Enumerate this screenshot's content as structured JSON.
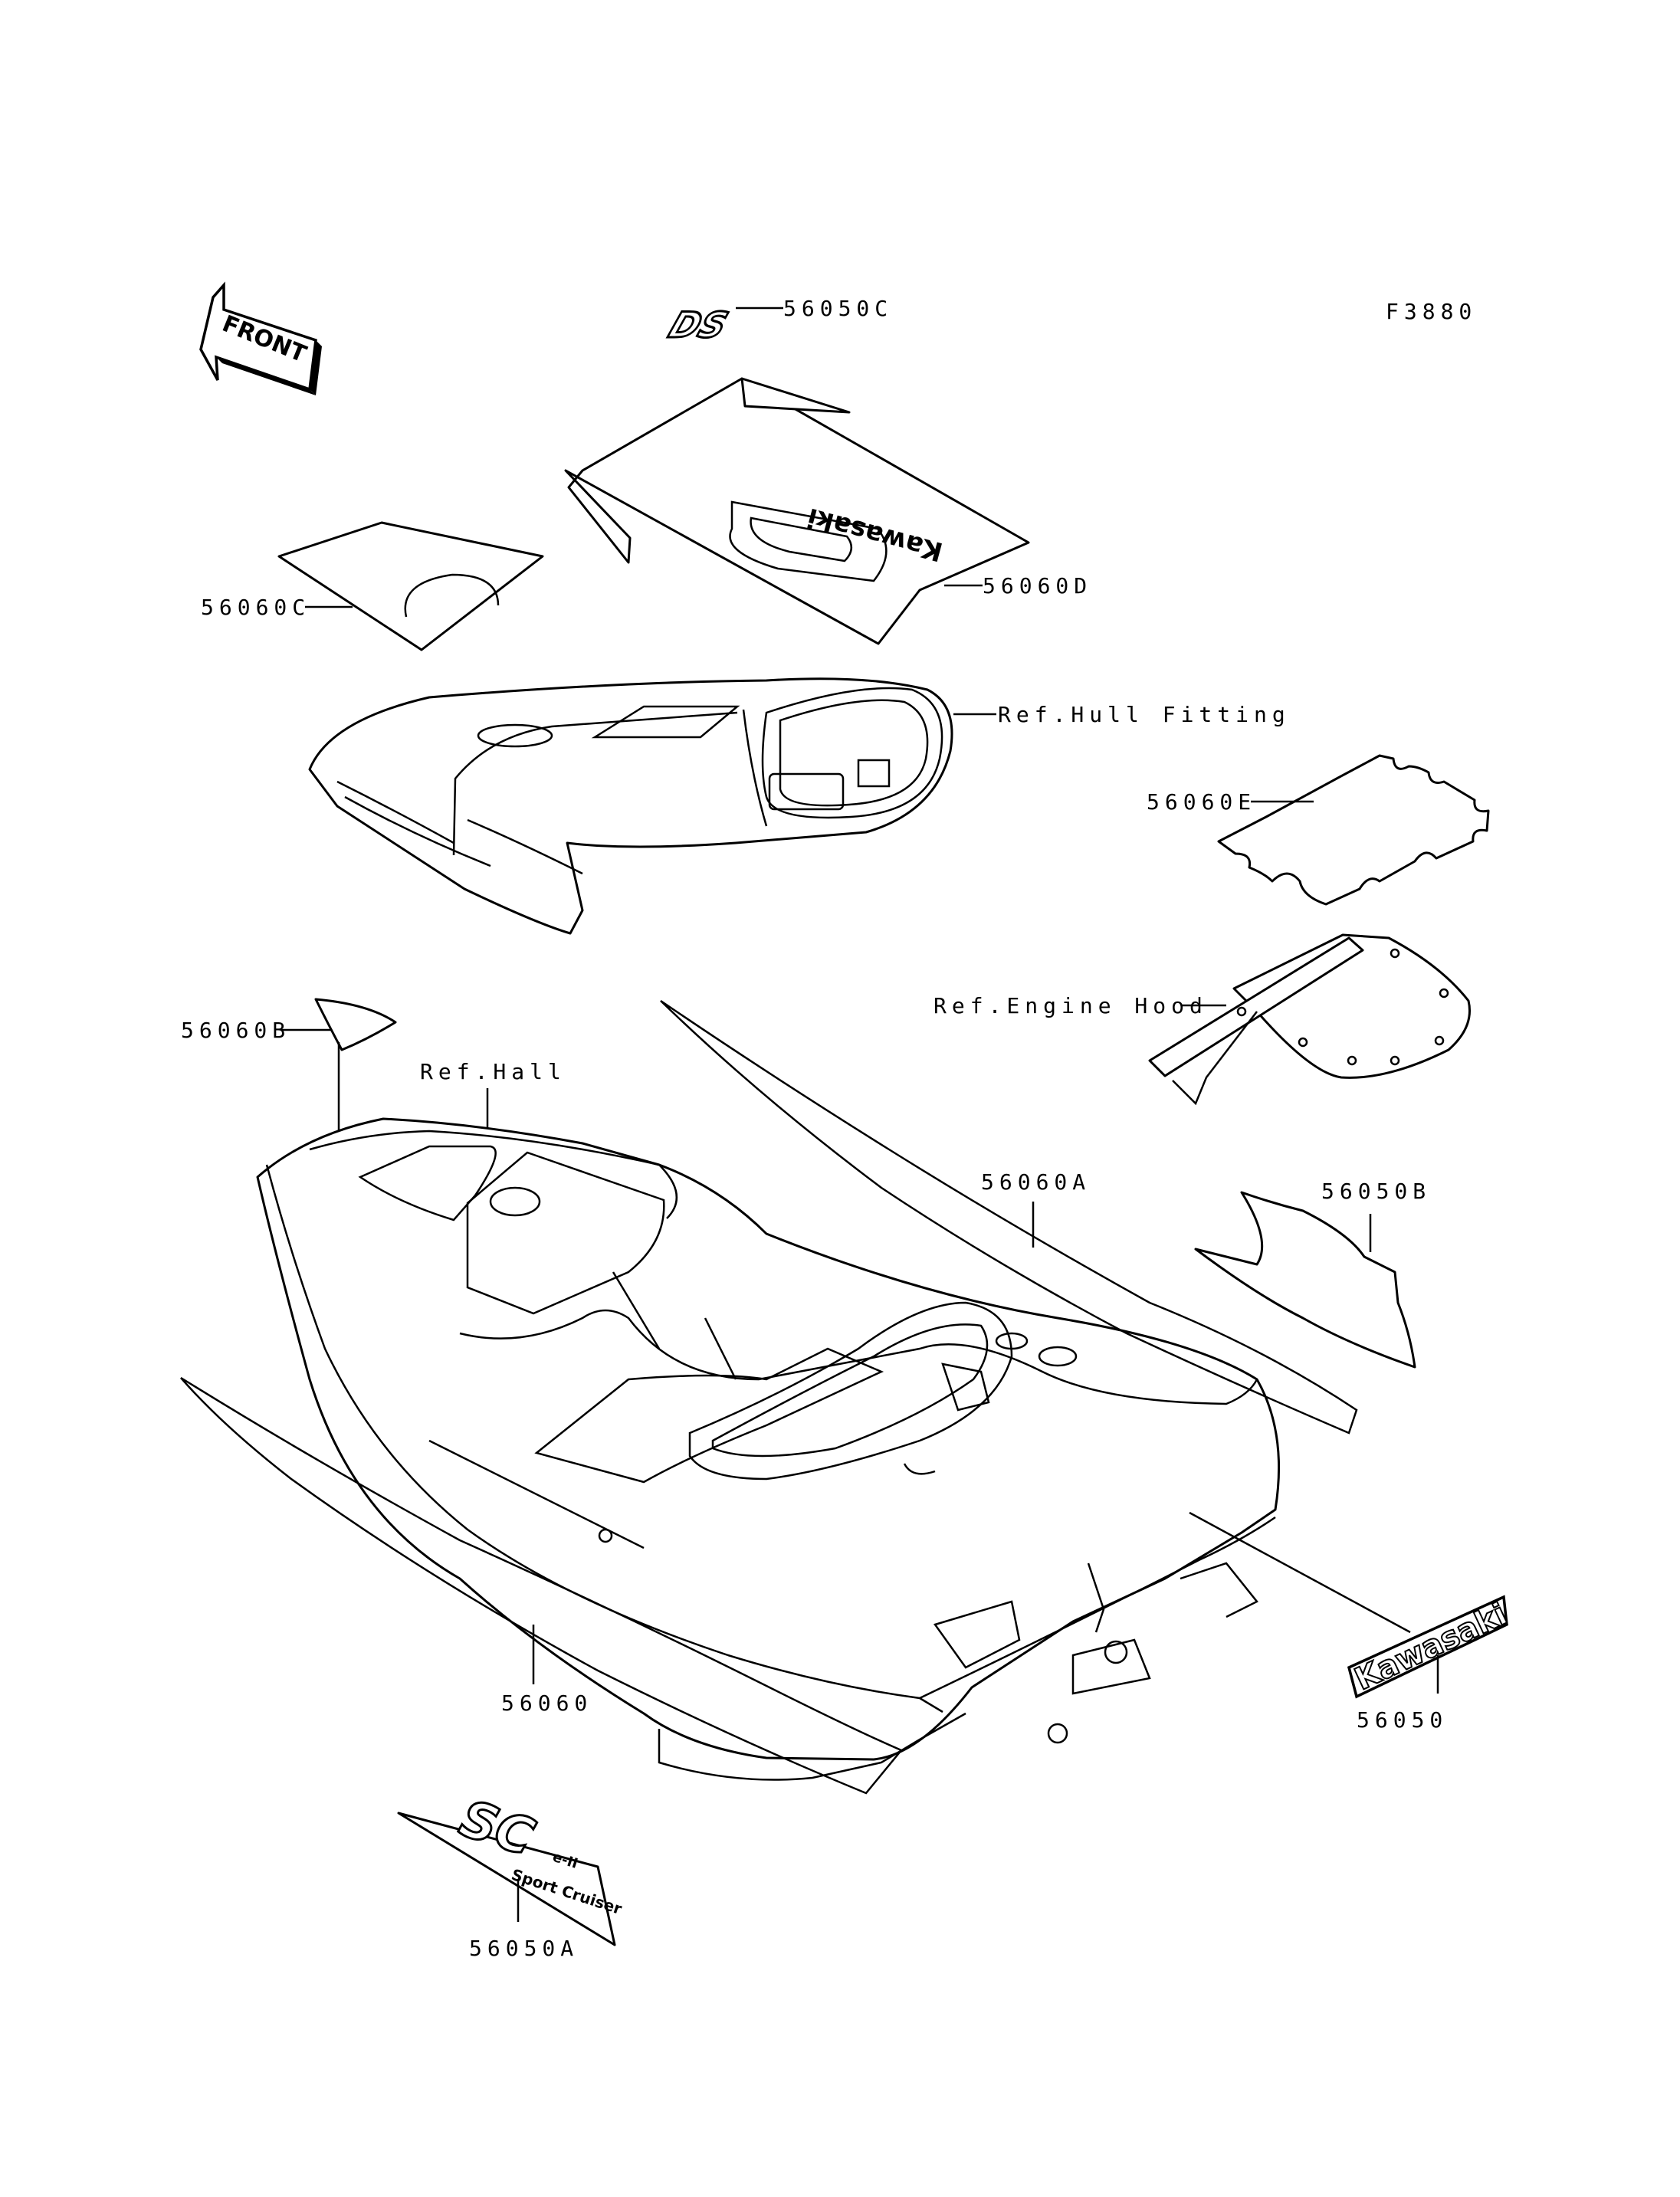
{
  "figure_code": "F3880",
  "front_arrow_label": "FRONT",
  "callouts": {
    "p56050C": "56050C",
    "p56060C": "56060C",
    "p56060D": "56060D",
    "ref_hull_fitting": "Ref.Hull Fitting",
    "p56060E": "56060E",
    "ref_engine_hood": "Ref.Engine Hood",
    "p56060B": "56060B",
    "ref_hall": "Ref.Hall",
    "p56060A": "56060A",
    "p56050B": "56050B",
    "p56060": "56060",
    "p56050": "56050",
    "p56050A": "56050A"
  },
  "decal_text": {
    "kawasaki_top": "Kawasaki",
    "kawasaki_emblem": "Kawasaki",
    "ds_logo": "DS",
    "sc_logo": "SC",
    "sc_badge": "e-II",
    "sport_cruiser": "Sport Cruiser"
  }
}
